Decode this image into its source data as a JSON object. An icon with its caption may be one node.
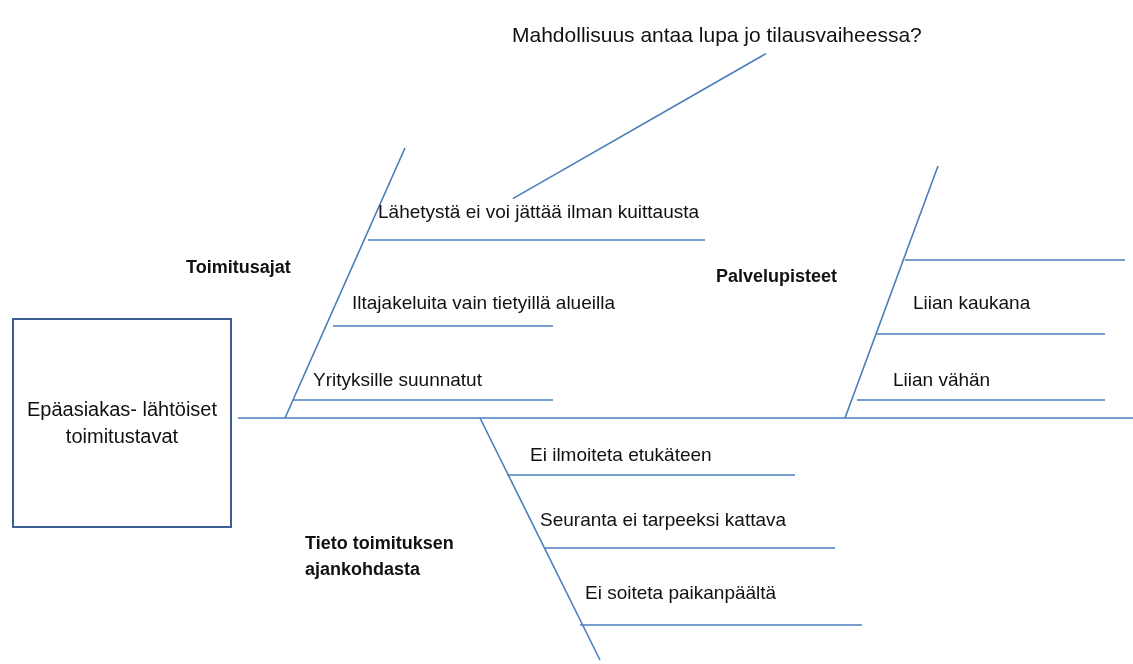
{
  "diagram": {
    "nodes": [
      {
        "text": [
          "Epäasiakas- lähtöiset toimitustavat"
        ]
      },
      {
        "text": [
          "Toimitusajat"
        ]
      },
      {
        "text": [
          "Lähetystä ei voi jättää ilman kuittausta"
        ]
      },
      {
        "text": [
          "Iltajakeluita vain tietyillä alueilla"
        ]
      },
      {
        "text": [
          "Yrityksille suunnatut"
        ]
      },
      {
        "text": [
          "Palvelupisteet"
        ]
      },
      {
        "text": [
          "Liian kaukana"
        ]
      },
      {
        "text": [
          "Liian vähän"
        ]
      },
      {
        "text": [
          "Tieto toimituksen ajankohdasta"
        ]
      },
      {
        "text": [
          "Ei ilmoiteta etukäteen"
        ]
      },
      {
        "text": [
          "Seuranta ei tarpeeksi kattava"
        ]
      },
      {
        "text": [
          "Ei soiteta paikanpäältä"
        ]
      },
      {
        "text": [
          "Mahdollisuus antaa lupa jo tilausvaiheessa?"
        ]
      }
    ],
    "edges": [
      {
        "from": 12,
        "to": 2,
        "arrow": "none"
      }
    ]
  }
}
